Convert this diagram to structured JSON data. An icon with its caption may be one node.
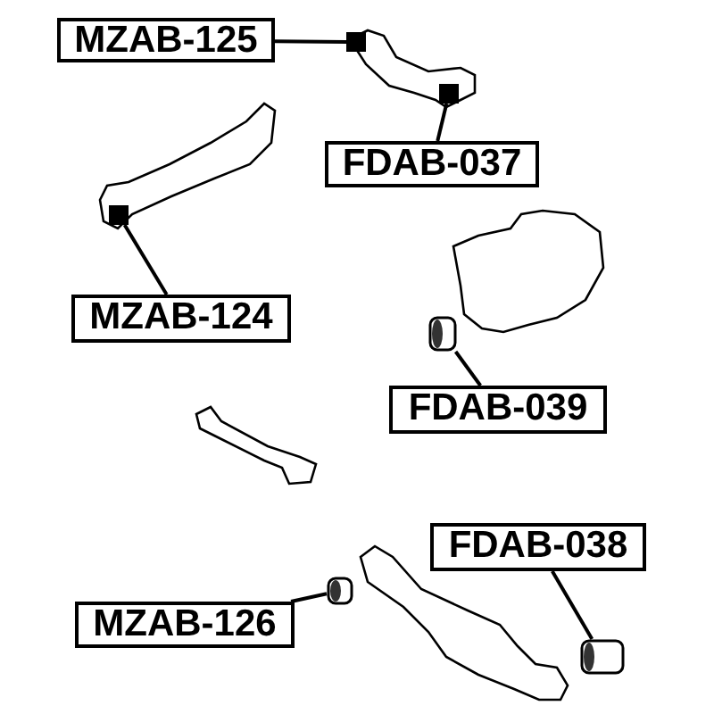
{
  "diagram": {
    "nodes": [
      {
        "text": [
          "MZAB-125"
        ]
      },
      {
        "text": [],
        "shape": "box"
      },
      {
        "text": [
          "FDAB-037"
        ]
      },
      {
        "text": [],
        "shape": "box"
      },
      {
        "text": [
          "MZAB-124"
        ]
      },
      {
        "text": [],
        "shape": "box"
      },
      {
        "text": [
          "FDAB-039"
        ]
      },
      {
        "text": [],
        "shape": "picture"
      },
      {
        "text": [
          "MZAB-126"
        ]
      },
      {
        "text": [],
        "shape": "picture"
      },
      {
        "text": [
          "FDAB-038"
        ]
      },
      {
        "text": [],
        "shape": "picture"
      }
    ],
    "edges": [
      {
        "from": 0,
        "to": 1,
        "arrow": "none"
      },
      {
        "from": 2,
        "to": 3,
        "arrow": "none"
      },
      {
        "from": 4,
        "to": 5,
        "arrow": "none"
      },
      {
        "from": 6,
        "to": 7,
        "arrow": "none"
      },
      {
        "from": 8,
        "to": 9,
        "arrow": "none"
      },
      {
        "from": 10,
        "to": 11,
        "arrow": "none"
      }
    ]
  }
}
